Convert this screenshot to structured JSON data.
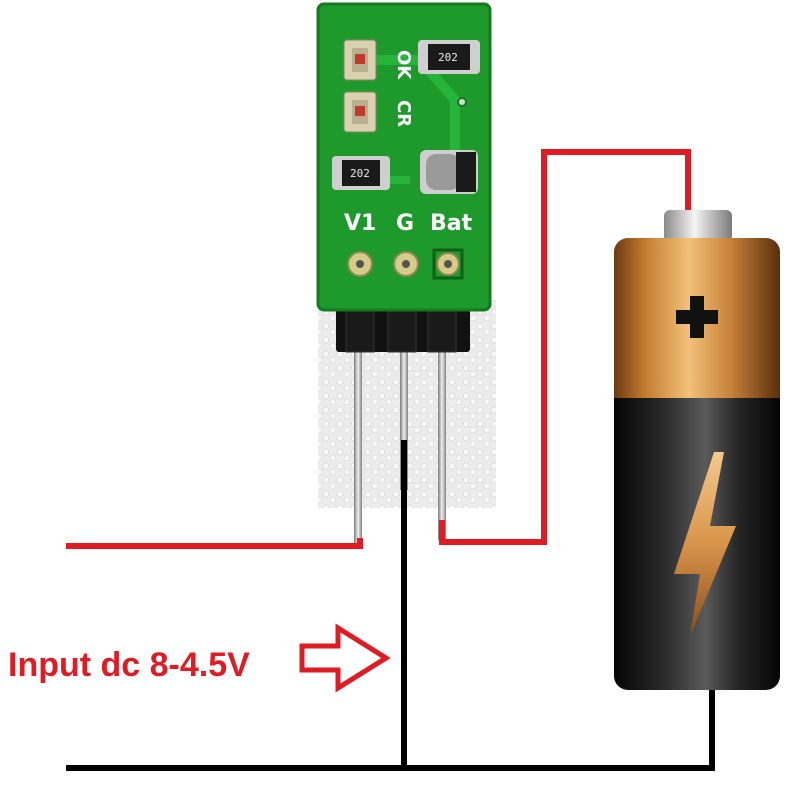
{
  "caption": {
    "text": "Input dc 8-4.5V",
    "color": "#e01b24"
  },
  "module": {
    "pin_labels": [
      "V1",
      "G",
      "Bat"
    ],
    "led_labels": [
      "OK",
      "CR"
    ],
    "resistor_code": "202",
    "pcb_color": "#1e9a2c"
  },
  "battery": {
    "terminal_symbol": "+"
  },
  "colors": {
    "wire_positive": "#e01b24",
    "wire_ground": "#000000"
  }
}
